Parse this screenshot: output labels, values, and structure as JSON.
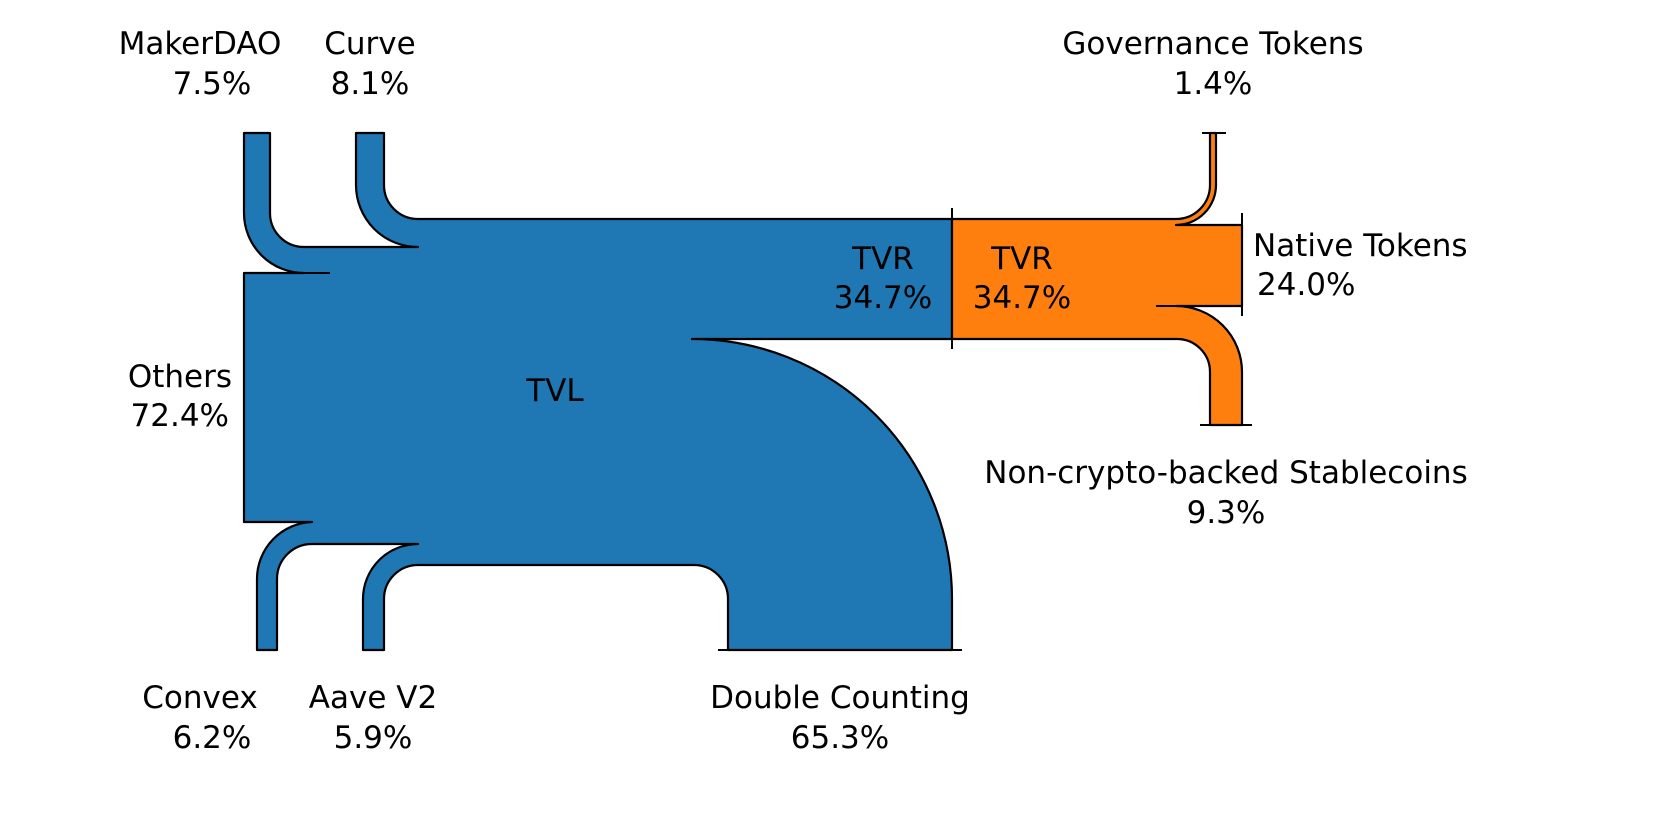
{
  "diagram": {
    "type": "sankey",
    "colors": {
      "tvl": "#1f77b4",
      "tvr": "#ff7f0e",
      "outline": "#000000"
    },
    "tvl": {
      "center_label": "TVL",
      "inputs": [
        {
          "label": "MakerDAO",
          "value": "7.5%"
        },
        {
          "label": "Curve",
          "value": "8.1%"
        },
        {
          "label": "Others",
          "value": "72.4%"
        },
        {
          "label": "Convex",
          "value": "6.2%"
        },
        {
          "label": "Aave V2",
          "value": "5.9%"
        }
      ],
      "outputs": [
        {
          "label": "TVR",
          "value": "34.7%"
        },
        {
          "label": "Double Counting",
          "value": "65.3%"
        }
      ]
    },
    "tvr": {
      "input": {
        "label": "TVR",
        "value": "34.7%"
      },
      "outputs": [
        {
          "label": "Governance Tokens",
          "value": "1.4%"
        },
        {
          "label": "Native Tokens",
          "value": "24.0%"
        },
        {
          "label": "Non-crypto-backed Stablecoins",
          "value": "9.3%"
        }
      ]
    }
  }
}
